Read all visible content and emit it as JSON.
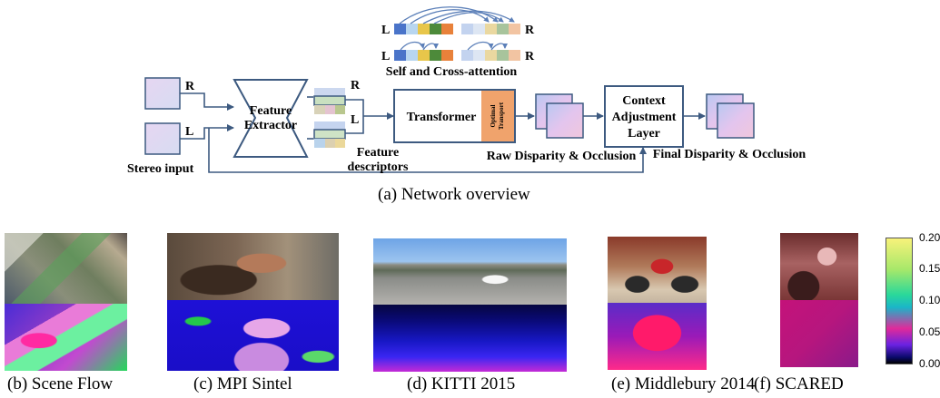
{
  "overview": {
    "attention_title": "Self and Cross-attention",
    "attn_L": "L",
    "attn_R": "R",
    "right_label": "R",
    "left_label": "L",
    "stereo_input": "Stereo input",
    "feature_extractor_line1": "Feature",
    "feature_extractor_line2": "Extractor",
    "desc_R": "R",
    "desc_L": "L",
    "feature_descriptors_line1": "Feature",
    "feature_descriptors_line2": "descriptors",
    "transformer": "Transformer",
    "optimal_line1": "Optimal",
    "optimal_line2": "Transport",
    "raw_disparity": "Raw Disparity & Occlusion",
    "context_line1": "Context",
    "context_line2": "Adjustment",
    "context_line3": "Layer",
    "final_disparity": "Final Disparity & Occlusion",
    "caption": "(a) Network overview"
  },
  "datasets": [
    {
      "caption": "(b) Scene Flow"
    },
    {
      "caption": "(c) MPI Sintel"
    },
    {
      "caption": "(d) KITTI 2015"
    },
    {
      "caption": "(e) Middlebury 2014"
    },
    {
      "caption": "(f) SCARED"
    }
  ],
  "colorbar": {
    "ticks": [
      "0.20",
      "0.15",
      "0.10",
      "0.05",
      "0.00"
    ]
  },
  "colors": {
    "arrow": "#3d5a80",
    "optimal_transport": "#f0a36c",
    "token_blue": "#4a74c9",
    "token_yellow": "#e8c64a",
    "token_green": "#4d8a3a",
    "token_orange": "#e8813a"
  }
}
